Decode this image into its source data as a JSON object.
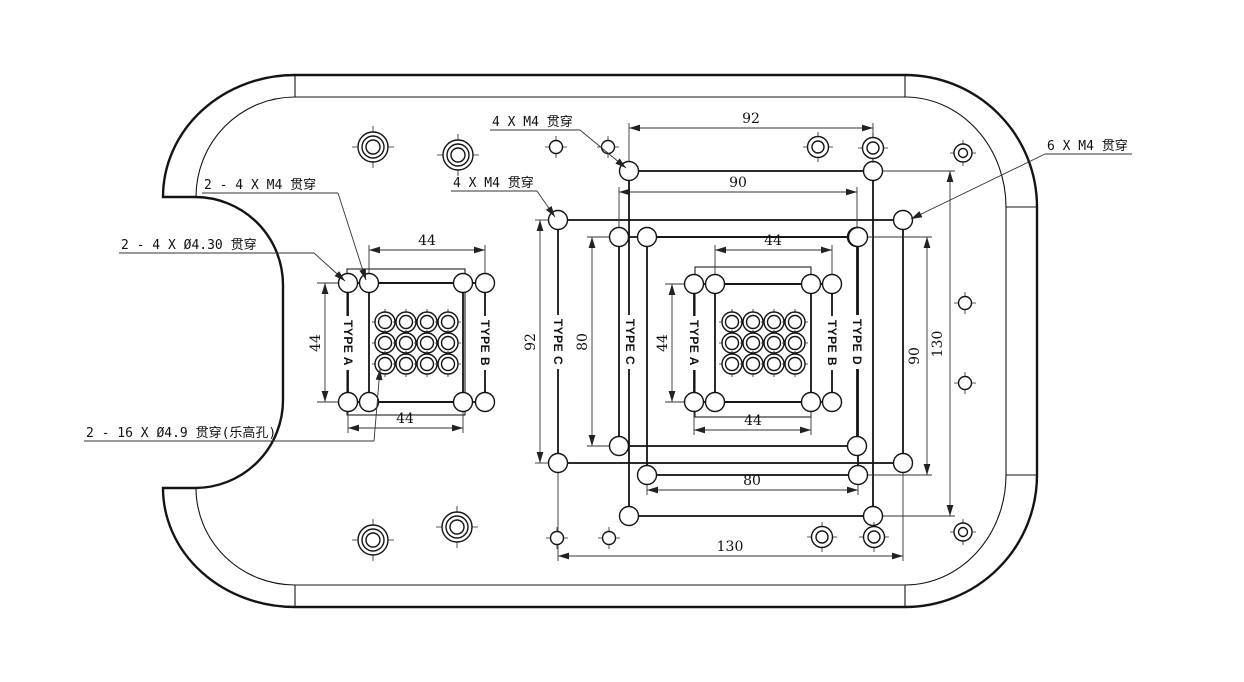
{
  "drawing": {
    "leader_labels": {
      "pair_m4": "2 - 4 X M4 贯穿",
      "pair_dia430": "2 - 4 X Ø4.30 贯穿",
      "lego": "2 - 16 X Ø4.9 贯穿(乐高孔)",
      "m4_top": "4 X M4 贯穿",
      "m4_mid": "4 X M4 贯穿",
      "m4_six": "6 X M4 贯穿"
    },
    "type_labels": {
      "left_type_a": "TYPE A",
      "left_type_b": "TYPE B",
      "right_type_a": "TYPE A",
      "right_type_b": "TYPE B",
      "type_c_outer": "TYPE C",
      "type_c_inner": "TYPE C",
      "type_d": "TYPE D"
    },
    "dimensions": {
      "left_top_44": "44",
      "left_bottom_44": "44",
      "left_side_44": "44",
      "top_92": "92",
      "top_90": "90",
      "right_inner_top_44": "44",
      "left_92": "92",
      "left_80": "80",
      "right_inner_left_44": "44",
      "right_90": "90",
      "right_130": "130",
      "right_bottom_44": "44",
      "bottom_80": "80",
      "bottom_130": "130"
    },
    "line_color": "#141414",
    "background": "#ffffff"
  }
}
